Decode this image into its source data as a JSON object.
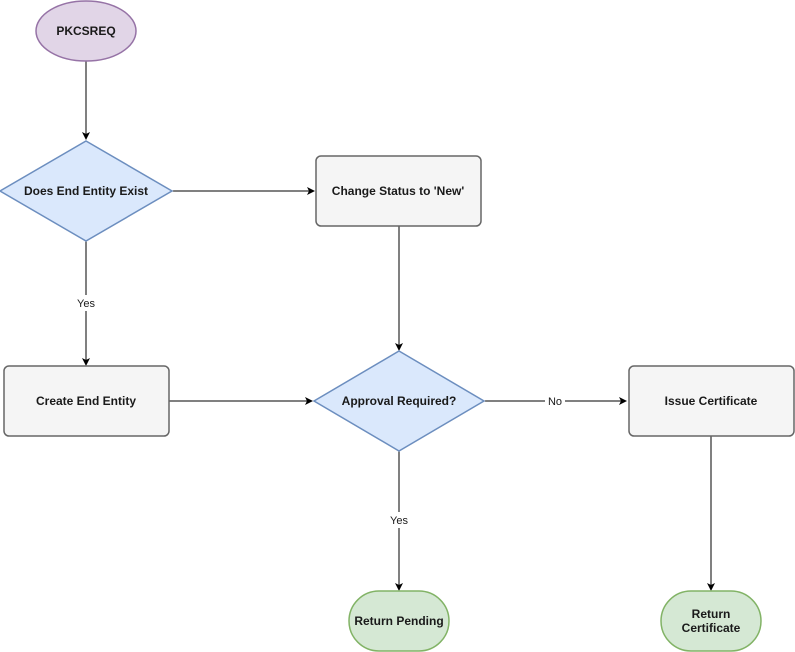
{
  "diagram": {
    "nodes": {
      "start": {
        "label": "PKCSREQ",
        "shape": "ellipse",
        "fill": "#e1d5e7",
        "stroke": "#9673a6"
      },
      "entity_exists": {
        "label": "Does End Entity Exist",
        "shape": "diamond",
        "fill": "#dae8fc",
        "stroke": "#6c8ebf"
      },
      "change_status": {
        "label": "Change Status to 'New'",
        "shape": "rounded-rect",
        "fill": "#f5f5f5",
        "stroke": "#666666"
      },
      "create_entity": {
        "label": "Create End Entity",
        "shape": "rounded-rect",
        "fill": "#f5f5f5",
        "stroke": "#666666"
      },
      "approval_required": {
        "label": "Approval Required?",
        "shape": "diamond",
        "fill": "#dae8fc",
        "stroke": "#6c8ebf"
      },
      "issue_certificate": {
        "label": "Issue Certificate",
        "shape": "rounded-rect",
        "fill": "#f5f5f5",
        "stroke": "#666666"
      },
      "return_pending": {
        "label": "Return Pending",
        "shape": "terminal",
        "fill": "#d5e8d4",
        "stroke": "#82b366"
      },
      "return_certificate": {
        "label_line1": "Return",
        "label_line2": "Certificate",
        "shape": "terminal",
        "fill": "#d5e8d4",
        "stroke": "#82b366"
      }
    },
    "edges": [
      {
        "from": "start",
        "to": "entity_exists",
        "label": ""
      },
      {
        "from": "entity_exists",
        "to": "change_status",
        "label": ""
      },
      {
        "from": "entity_exists",
        "to": "create_entity",
        "label": "Yes"
      },
      {
        "from": "change_status",
        "to": "approval_required",
        "label": ""
      },
      {
        "from": "create_entity",
        "to": "approval_required",
        "label": ""
      },
      {
        "from": "approval_required",
        "to": "issue_certificate",
        "label": "No"
      },
      {
        "from": "approval_required",
        "to": "return_pending",
        "label": "Yes"
      },
      {
        "from": "issue_certificate",
        "to": "return_certificate",
        "label": ""
      }
    ],
    "edge_labels": {
      "entity_yes": "Yes",
      "approval_no": "No",
      "approval_yes": "Yes"
    }
  }
}
